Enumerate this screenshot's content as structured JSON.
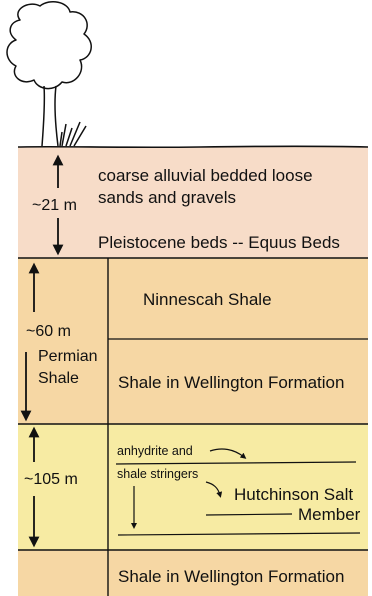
{
  "colors": {
    "pleistocene": "#f7dcc8",
    "permian": "#f6d7a4",
    "salt": "#f7eba3",
    "bottom": "#f6d7a4",
    "ink": "#111111"
  },
  "pleistocene": {
    "thickness": "~21 m",
    "description_line1": "coarse alluvial bedded loose",
    "description_line2": "sands and gravels",
    "name": "Pleistocene beds -- Equus Beds"
  },
  "permian": {
    "thickness": "~60 m",
    "name_line1": "Permian",
    "name_line2": "Shale",
    "upper_unit": "Ninnescah Shale",
    "lower_unit": "Shale in Wellington Formation"
  },
  "salt": {
    "thickness": "~105 m",
    "note_line1": "anhydrite and",
    "note_line2": "shale stringers",
    "member_line1": "Hutchinson Salt",
    "member_line2": "Member"
  },
  "bottom": {
    "unit": "Shale in Wellington Formation"
  },
  "icons": [
    "tree-icon"
  ]
}
